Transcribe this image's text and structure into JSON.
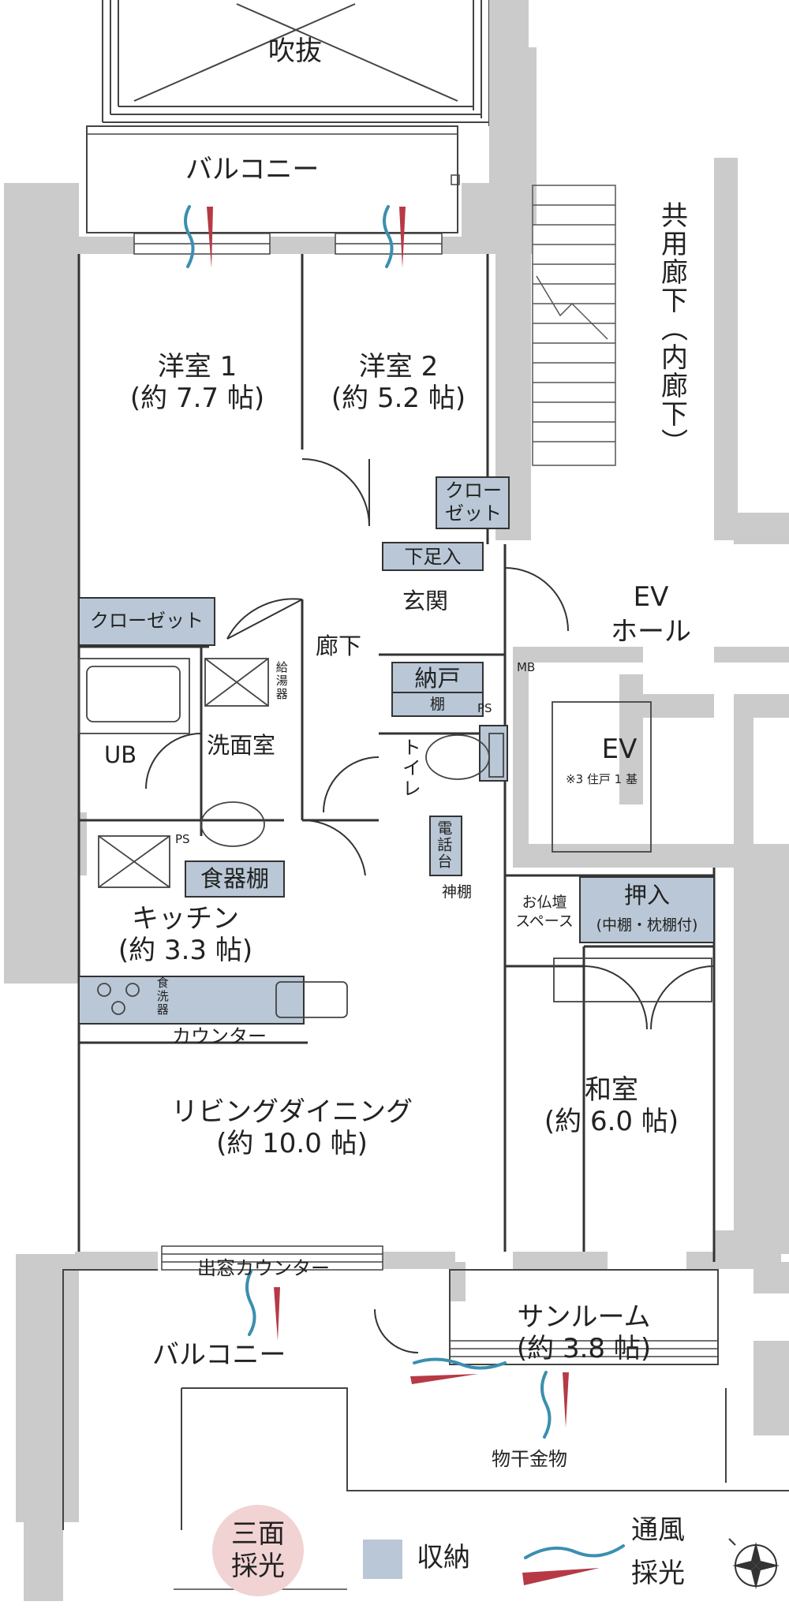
{
  "plan": {
    "void": "吹抜",
    "balcony_top": "バルコニー",
    "corridor": "共用廊下（内廊下）",
    "room1": {
      "name": "洋室 1",
      "size": "(約 7.7 帖)"
    },
    "room2": {
      "name": "洋室 2",
      "size": "(約 5.2 帖)"
    },
    "closet_room2": "クロー\nゼット",
    "closet_room1": "クローゼット",
    "shoe_storage": "下足入",
    "entrance": "玄関",
    "hallway": "廊下",
    "ev_hall": "EV\nホール",
    "storeroom": "納戸",
    "shelf": "棚",
    "water_heater": "給湯器",
    "mb": "MB",
    "ps_1": "PS",
    "ps_2": "PS",
    "ub": "UB",
    "washroom": "洗面室",
    "toilet": "トイレ",
    "ev": "EV",
    "ev_note": "※3 住戸 1 基",
    "phone_stand": "電話台",
    "kamidana": "神棚",
    "butsudan": "お仏壇\nスペース",
    "oshiire": "押入",
    "oshiire_note": "(中棚・枕棚付)",
    "pantry": "食器棚",
    "kitchen": {
      "name": "キッチン",
      "size": "(約 3.3 帖)"
    },
    "dishwasher": "食洗器",
    "counter": "カウンター",
    "ldk": {
      "name": "リビングダイニング",
      "size": "(約 10.0 帖)"
    },
    "washitsu": {
      "name": "和室",
      "size": "(約 6.0 帖)"
    },
    "bay_counter": "出窓カウンター",
    "balcony_bottom": "バルコニー",
    "sunroom": {
      "name": "サンルーム",
      "size": "(約 3.8 帖)"
    },
    "laundry_hardware": "物干金物"
  },
  "legend": {
    "three_side": "三面\n採光",
    "storage": "収納",
    "ventilation": "通風",
    "daylight": "採光"
  },
  "colors": {
    "wall": "#cbcbcb",
    "storage": "#b9c7d6",
    "ventilation": "#3a8fb0",
    "daylight": "#b63a45",
    "badge": "#f1d3d4"
  }
}
